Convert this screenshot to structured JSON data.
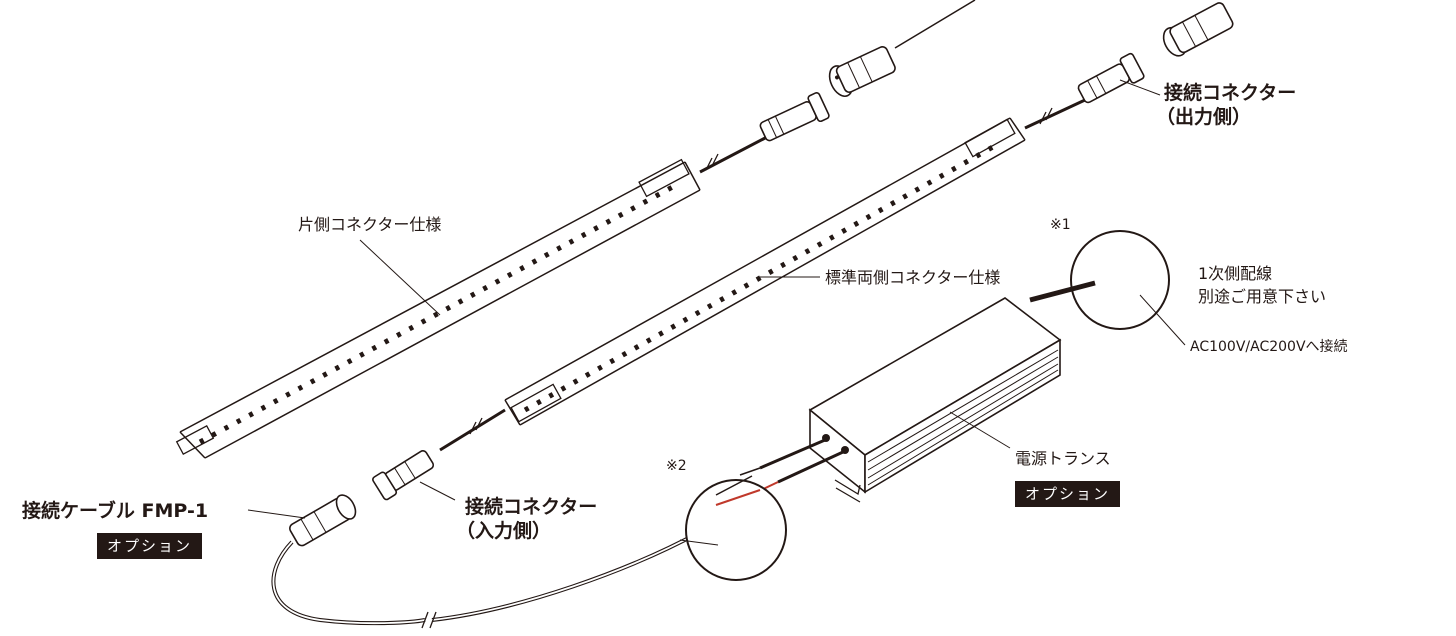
{
  "labels": {
    "single_side": "片側コネクター仕様",
    "standard_both": "標準両側コネクター仕様",
    "connector_out_1": "接続コネクター",
    "connector_out_2": "（出力側）",
    "connector_in_1": "接続コネクター",
    "connector_in_2": "（入力側）",
    "cable": "接続ケーブル FMP-1",
    "transformer": "電源トランス",
    "mark1": "※1",
    "mark2": "※2",
    "primary_1": "1次側配線",
    "primary_2": "別途ご用意下さい",
    "ac": "AC100V/AC200Vへ接続"
  },
  "badges": {
    "cable_option": "オプション",
    "transformer_option": "オプション"
  },
  "colors": {
    "line": "#231815",
    "badge_bg": "#231815",
    "badge_text": "#ffffff",
    "wire_red": "#c0392b"
  }
}
